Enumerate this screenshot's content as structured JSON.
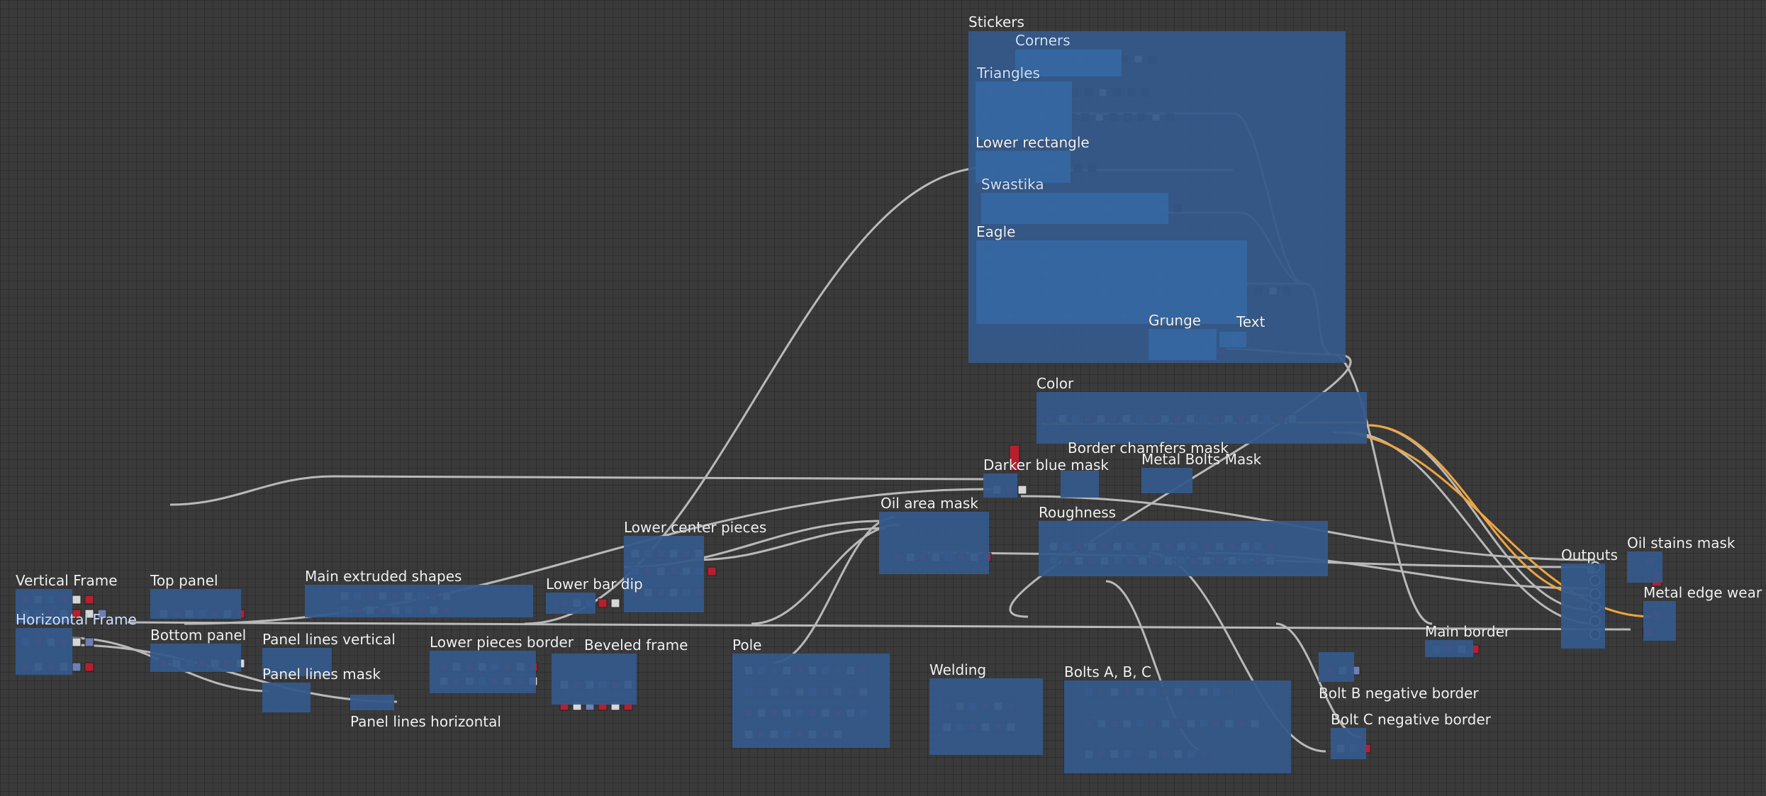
{
  "app": {
    "view": "substance-graph-canvas"
  },
  "colors": {
    "background": "#3a3a3a",
    "frame": "#34598a",
    "subframe": "#3667a0",
    "wire": "#b9b9b9",
    "wire_highlight": "#f0a540",
    "node_red": "#b81f2e",
    "node_gray": "#d6d6d6",
    "node_blue": "#6f7fb4",
    "node_black": "#111111",
    "node_green": "#9cc35a",
    "node_darkgreen": "#55842f",
    "node_teal": "#2e7a7a",
    "node_rose": "#a23a4a"
  },
  "frames": [
    {
      "id": "stickers",
      "title": "Stickers"
    },
    {
      "id": "corners",
      "title": "Corners"
    },
    {
      "id": "triangles",
      "title": "Triangles"
    },
    {
      "id": "lower-rectangle",
      "title": "Lower rectangle"
    },
    {
      "id": "swastika",
      "title": "Swastika"
    },
    {
      "id": "eagle",
      "title": "Eagle"
    },
    {
      "id": "grunge",
      "title": "Grunge"
    },
    {
      "id": "text",
      "title": "Text"
    },
    {
      "id": "color",
      "title": "Color"
    },
    {
      "id": "darker-blue-mask",
      "title": "Darker blue mask"
    },
    {
      "id": "border-chamfers-mask",
      "title": "Border chamfers mask"
    },
    {
      "id": "metal-bolts-mask",
      "title": "Metal Bolts Mask"
    },
    {
      "id": "roughness",
      "title": "Roughness"
    },
    {
      "id": "oil-area-mask",
      "title": "Oil area mask"
    },
    {
      "id": "lower-center-pieces",
      "title": "Lower center pieces"
    },
    {
      "id": "outputs",
      "title": "Outputs"
    },
    {
      "id": "oil-stains-mask",
      "title": "Oil stains mask"
    },
    {
      "id": "metal-edge-wear",
      "title": "Metal edge wear"
    },
    {
      "id": "vertical-frame",
      "title": "Vertical Frame"
    },
    {
      "id": "horizontal-frame",
      "title": "Horizontal Frame"
    },
    {
      "id": "top-panel",
      "title": "Top panel"
    },
    {
      "id": "bottom-panel",
      "title": "Bottom panel"
    },
    {
      "id": "main-extruded-shapes",
      "title": "Main extruded shapes"
    },
    {
      "id": "lower-bar-dip",
      "title": "Lower bar dip"
    },
    {
      "id": "panel-lines-vertical",
      "title": "Panel lines vertical"
    },
    {
      "id": "panel-lines-mask",
      "title": "Panel lines mask"
    },
    {
      "id": "panel-lines-horizontal",
      "title": "Panel lines horizontal"
    },
    {
      "id": "lower-pieces-border",
      "title": "Lower pieces border"
    },
    {
      "id": "beveled-frame",
      "title": "Beveled frame"
    },
    {
      "id": "pole",
      "title": "Pole"
    },
    {
      "id": "welding",
      "title": "Welding"
    },
    {
      "id": "bolts-abc",
      "title": "Bolts A, B, C"
    },
    {
      "id": "bolt-b-negative-border",
      "title": "Bolt B negative border"
    },
    {
      "id": "bolt-c-negative-border",
      "title": "Bolt C negative border"
    },
    {
      "id": "main-border",
      "title": "Main border"
    }
  ]
}
